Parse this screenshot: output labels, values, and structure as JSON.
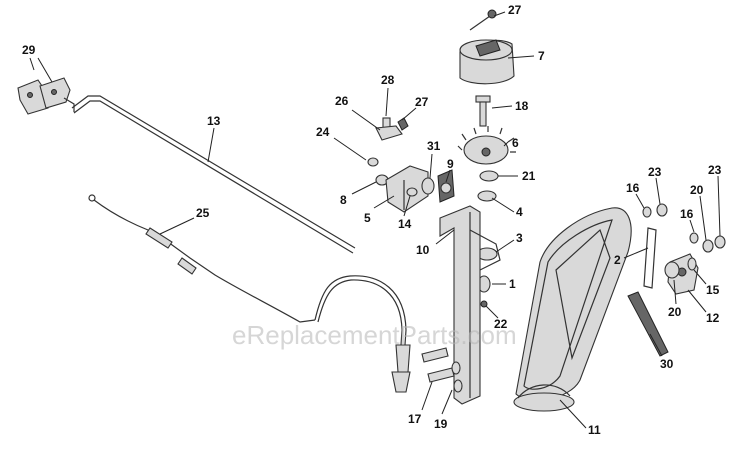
{
  "diagram": {
    "watermark": "eReplacementParts.com",
    "callouts": [
      {
        "id": "c29",
        "label": "29"
      },
      {
        "id": "c13",
        "label": "13"
      },
      {
        "id": "c25",
        "label": "25"
      },
      {
        "id": "c28",
        "label": "28"
      },
      {
        "id": "c26",
        "label": "26"
      },
      {
        "id": "c27a",
        "label": "27"
      },
      {
        "id": "c24",
        "label": "24"
      },
      {
        "id": "c31",
        "label": "31"
      },
      {
        "id": "c9",
        "label": "9"
      },
      {
        "id": "c8",
        "label": "8"
      },
      {
        "id": "c5",
        "label": "5"
      },
      {
        "id": "c14",
        "label": "14"
      },
      {
        "id": "c27b",
        "label": "27"
      },
      {
        "id": "c7",
        "label": "7"
      },
      {
        "id": "c18",
        "label": "18"
      },
      {
        "id": "c6",
        "label": "6"
      },
      {
        "id": "c21",
        "label": "21"
      },
      {
        "id": "c4",
        "label": "4"
      },
      {
        "id": "c10",
        "label": "10"
      },
      {
        "id": "c3",
        "label": "3"
      },
      {
        "id": "c1",
        "label": "1"
      },
      {
        "id": "c22",
        "label": "22"
      },
      {
        "id": "c17",
        "label": "17"
      },
      {
        "id": "c19",
        "label": "19"
      },
      {
        "id": "c11",
        "label": "11"
      },
      {
        "id": "c30",
        "label": "30"
      },
      {
        "id": "c16a",
        "label": "16"
      },
      {
        "id": "c23a",
        "label": "23"
      },
      {
        "id": "c2",
        "label": "2"
      },
      {
        "id": "c20a",
        "label": "20"
      },
      {
        "id": "c23b",
        "label": "23"
      },
      {
        "id": "c16b",
        "label": "16"
      },
      {
        "id": "c15",
        "label": "15"
      },
      {
        "id": "c20b",
        "label": "20"
      },
      {
        "id": "c12",
        "label": "12"
      }
    ]
  }
}
